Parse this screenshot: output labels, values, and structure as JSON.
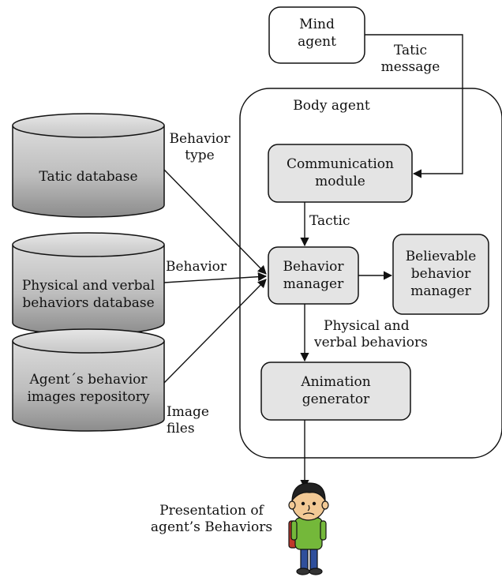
{
  "nodes": {
    "mind_agent": [
      "Mind",
      "agent"
    ],
    "body_agent": "Body agent",
    "communication_module": [
      "Communication",
      "module"
    ],
    "behavior_manager": [
      "Behavior",
      "manager"
    ],
    "believable_behavior_manager": [
      "Believable",
      "behavior",
      "manager"
    ],
    "animation_generator": [
      "Animation",
      "generator"
    ],
    "tatic_database": "Tatic database",
    "physical_verbal_database": [
      "Physical and verbal",
      "behaviors database"
    ],
    "images_repository": [
      "Agent´s behavior",
      "images repository"
    ]
  },
  "edges": {
    "tatic_message": [
      "Tatic",
      "message"
    ],
    "tactic": "Tactic",
    "behavior_type": [
      "Behavior",
      "type"
    ],
    "behavior": "Behavior",
    "image_files": [
      "Image",
      "files"
    ],
    "physical_verbal_behaviors": [
      "Physical and",
      "verbal behaviors"
    ]
  },
  "presentation": [
    "Presentation of",
    "agent’s Behaviors"
  ],
  "colors": {
    "box_fill": "#e4e4e4",
    "cylinder_fill_light": "#d2d2d2",
    "cylinder_fill_dark": "#8c8c8c",
    "stroke": "#111111"
  }
}
